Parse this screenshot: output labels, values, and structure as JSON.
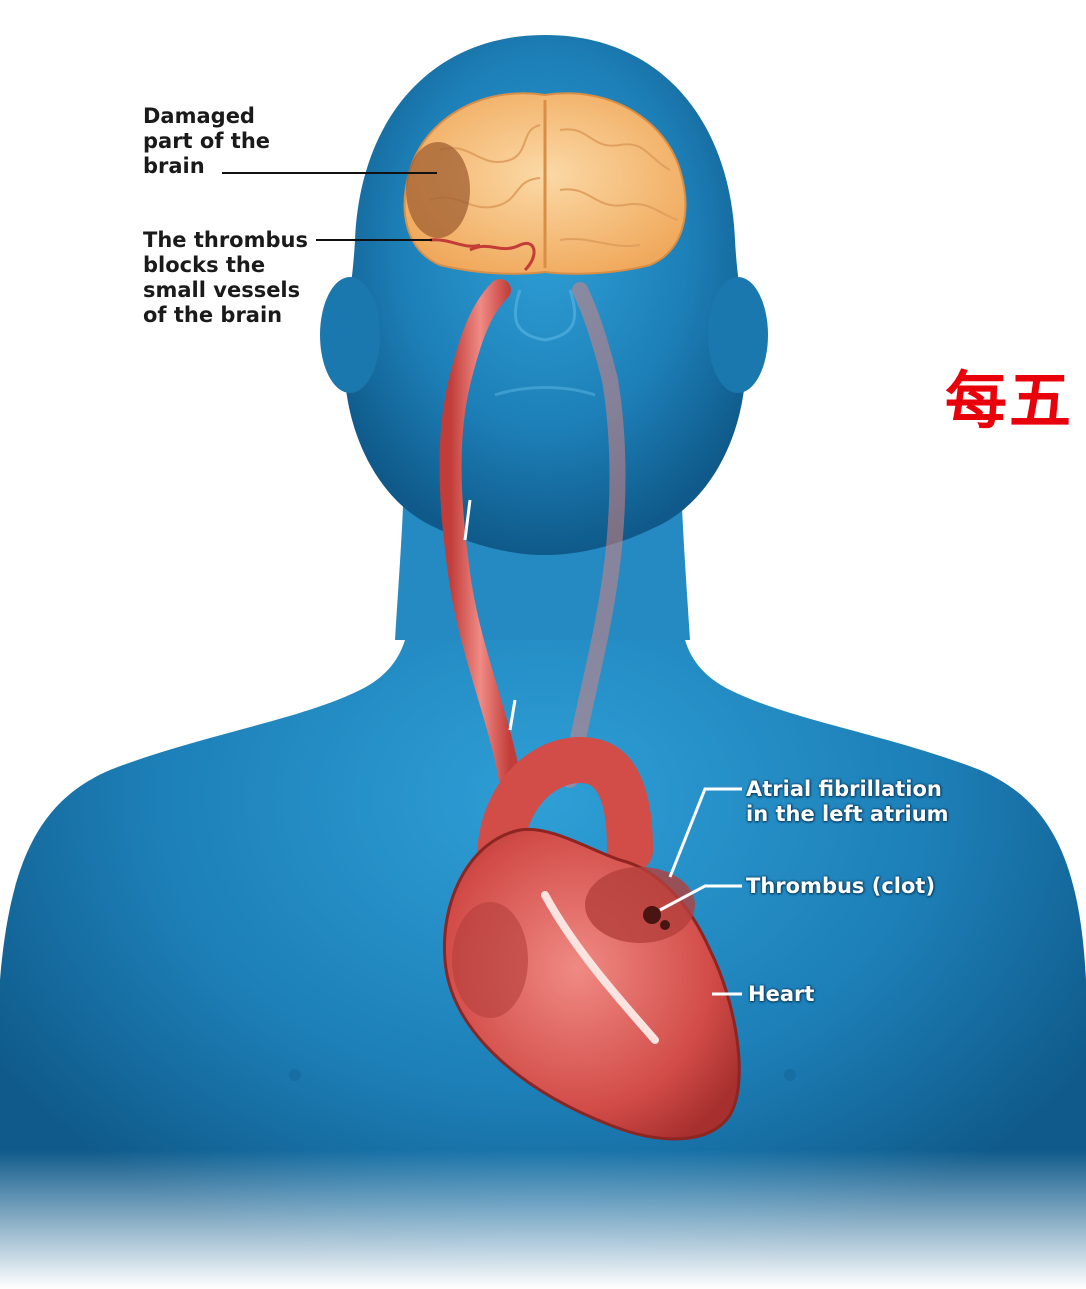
{
  "labels": {
    "damaged_brain": "Damaged\npart of the\nbrain",
    "thrombus_blocks": "The thrombus\nblocks the\nsmall vessels\nof the brain",
    "atrial_fibrillation": "Atrial fibrillation\nin the left atrium",
    "thrombus_clot": "Thrombus (clot)",
    "heart": "Heart"
  },
  "side_caption": "每五",
  "colors": {
    "body_blue": "#1f86c0",
    "brain": "#f7c27f",
    "artery_red": "#d9534f",
    "caption_red": "#e8000b"
  }
}
